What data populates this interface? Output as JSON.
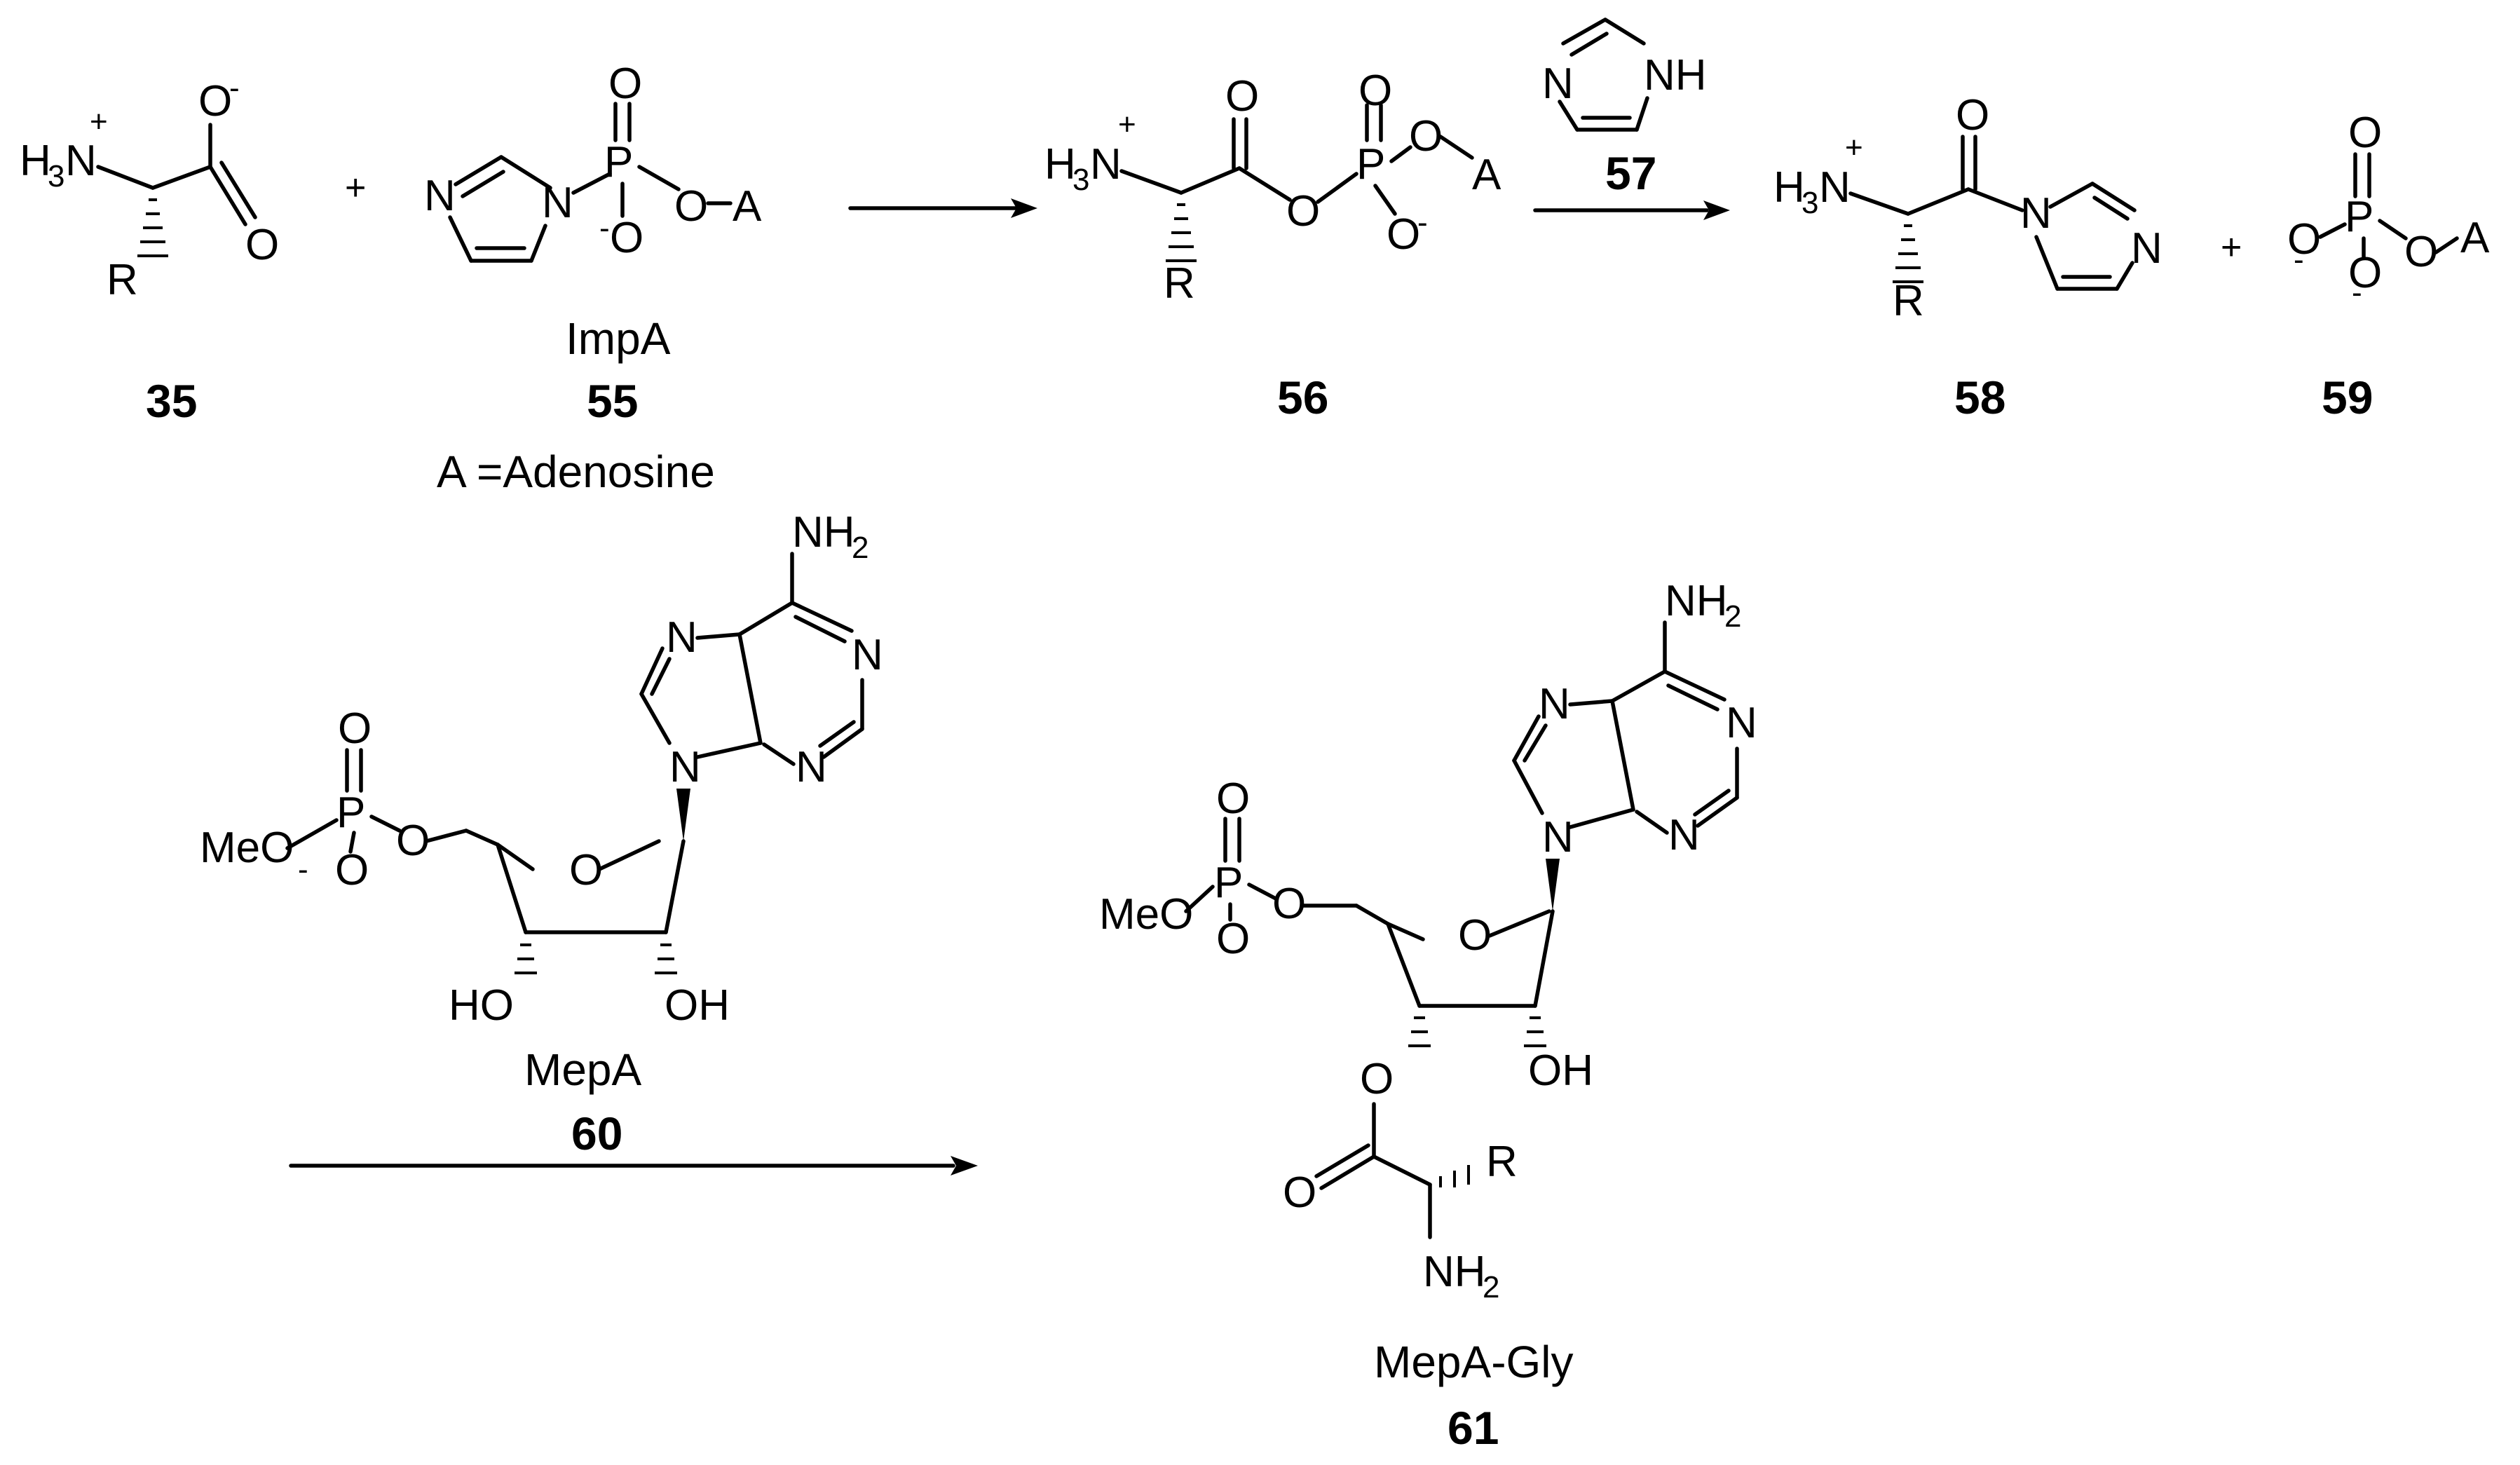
{
  "compounds": {
    "c35": {
      "number": "35"
    },
    "c55": {
      "name": "ImpA",
      "number": "55",
      "note": "A =Adenosine"
    },
    "c56": {
      "number": "56"
    },
    "c57": {
      "number": "57"
    },
    "c58": {
      "number": "58"
    },
    "c59": {
      "number": "59"
    },
    "c60": {
      "name": "MepA",
      "number": "60"
    },
    "c61": {
      "name": "MepA-Gly",
      "number": "61"
    }
  },
  "signs": {
    "plus": "+"
  }
}
